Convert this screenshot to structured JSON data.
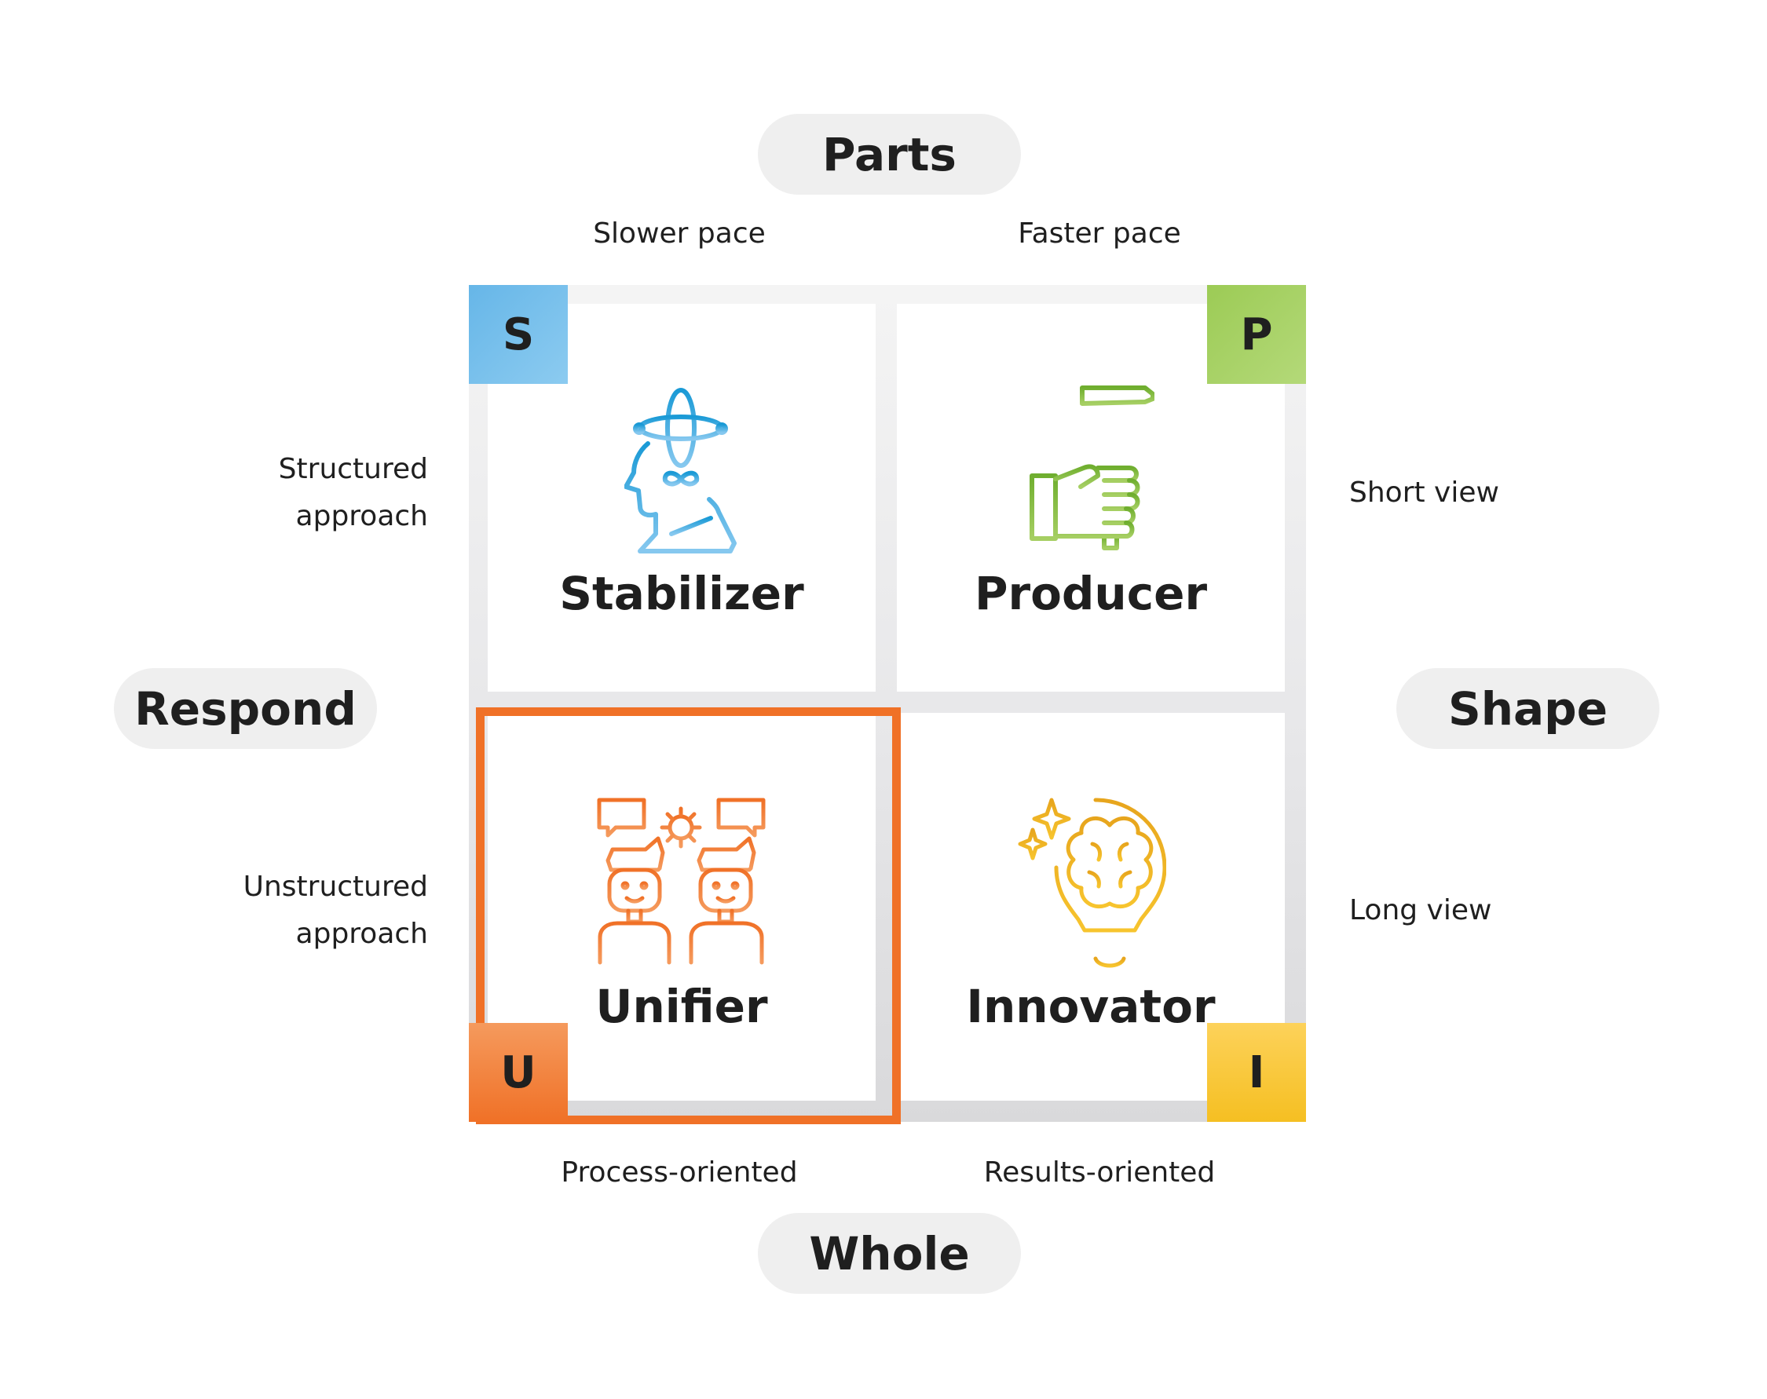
{
  "axes": {
    "top": "Parts",
    "bottom": "Whole",
    "left": "Respond",
    "right": "Shape"
  },
  "column_labels_top": [
    "Slower pace",
    "Faster pace"
  ],
  "column_labels_bottom": [
    "Process-oriented",
    "Results-oriented"
  ],
  "row_labels_left": {
    "top": [
      "Structured",
      "approach"
    ],
    "bottom": [
      "Unstructured",
      "approach"
    ]
  },
  "row_labels_right": [
    "Short view",
    "Long view"
  ],
  "quadrants": [
    {
      "letter": "S",
      "title": "Stabilizer",
      "icon": "head-with-atom-icon",
      "color": "#7fc3ec"
    },
    {
      "letter": "P",
      "title": "Producer",
      "icon": "hand-holding-hammer-icon",
      "color": "#a6cf63"
    },
    {
      "letter": "U",
      "title": "Unifier",
      "icon": "team-collaboration-icon",
      "color": "#f07127"
    },
    {
      "letter": "I",
      "title": "Innovator",
      "icon": "brain-lightbulb-icon",
      "color": "#f7c42e"
    }
  ],
  "highlighted_quadrant": "Unifier"
}
